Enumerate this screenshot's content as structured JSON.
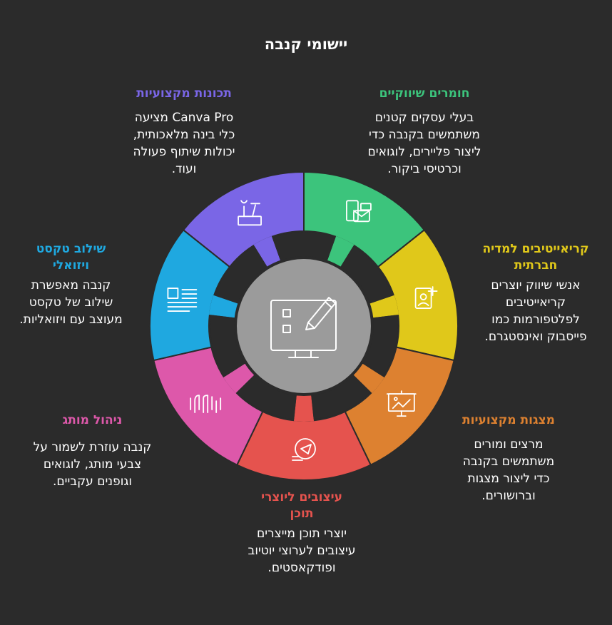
{
  "title": "יישומי קנבה",
  "center": {
    "icon": "computer-checklist-pencil-icon",
    "color": "#9b9b9b"
  },
  "segments": [
    {
      "key": "marketing",
      "heading": "חומרים שיווקיים",
      "text": "בעלי עסקים קטנים משתמשים בקנבה כדי ליצור פליירים, לוגואים וכרטיסי ביקור.",
      "color": "#3cc47c",
      "icon": "phone-mail-card-icon"
    },
    {
      "key": "social",
      "heading": "קריאייטיבים למדיה חברתית",
      "text": "אנשי שיווק יוצרים קריאייטיבים לפלטפורמות כמו פייסבוק ואינסטגרם.",
      "color": "#e0c81a",
      "icon": "add-user-icon"
    },
    {
      "key": "presentations",
      "heading": "מצגות מקצועיות",
      "text": "מרצים ומורים משתמשים בקנבה כדי ליצור מצגות וברושורים.",
      "color": "#dd8130",
      "icon": "presentation-board-icon"
    },
    {
      "key": "content",
      "heading": "עיצובים ליוצרי תוכן",
      "text": "יוצרי תוכן מייצרים עיצובים לערוצי יוטיוב ופודקאסטים.",
      "color": "#e5534e",
      "icon": "send-circle-icon"
    },
    {
      "key": "brand",
      "heading": "ניהול מותג",
      "text": "קנבה עוזרת לשמור על צבעי מותג, לוגואים וגופנים עקביים.",
      "color": "#dd58aa",
      "icon": "wave-icon"
    },
    {
      "key": "textvisual",
      "heading": "שילוב טקסט ויזואלי",
      "text": "קנבה מאפשרת שילוב של טקסט מעוצב עם ויזואליות.",
      "color": "#1fa8e0",
      "icon": "document-layout-icon"
    },
    {
      "key": "pro",
      "heading": "תכונות מקצועיות",
      "text": "Canva Pro מציעה כלי בינה מלאכותית, יכולות שיתוף פעולה ועוד.",
      "color": "#7a66e6",
      "icon": "tools-box-icon"
    }
  ]
}
